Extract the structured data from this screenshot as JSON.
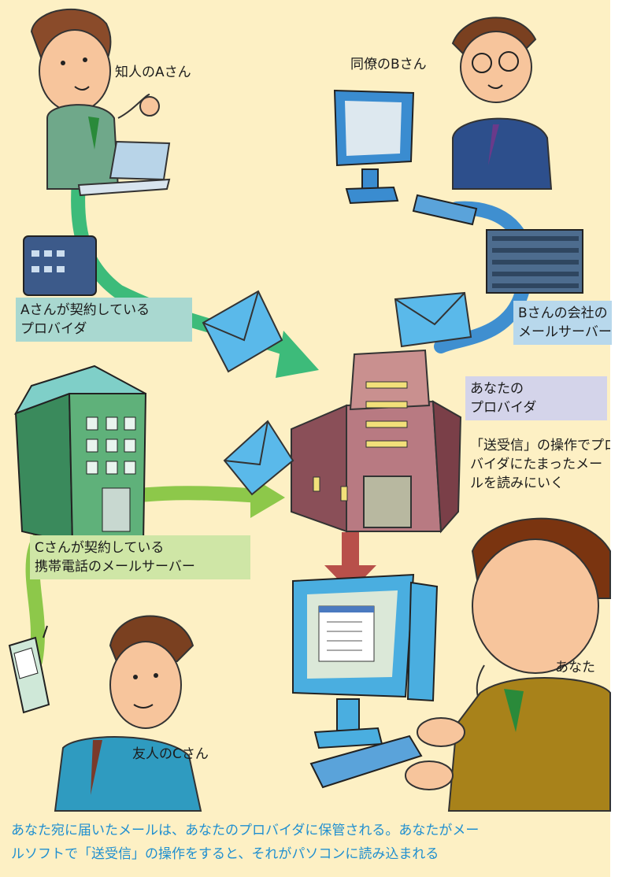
{
  "labels": {
    "person_a": "知人のAさん",
    "person_b": "同僚のBさん",
    "person_c": "友人のCさん",
    "you": "あなた",
    "provider_a": [
      "Aさんが契約している",
      "プロバイダ"
    ],
    "server_b": [
      "Bさんの会社の",
      "メールサーバー"
    ],
    "your_provider": [
      "あなたの",
      "プロバイダ"
    ],
    "operation_note": [
      "「送受信」の操作でプロ",
      "バイダにたまったメー",
      "ルを読みにいく"
    ],
    "server_c": [
      "Cさんが契約している",
      "携帯電話のメールサーバー"
    ]
  },
  "caption": [
    "あなた宛に届いたメールは、あなたのプロバイダに保管される。あなたがメー",
    "ルソフトで「送受信」の操作をすると、それがパソコンに読み込まれる"
  ],
  "colors": {
    "background": "#fdf0c4",
    "route_a": "#3dbb7a",
    "route_b": "#3f8fd0",
    "route_c": "#8dc84a",
    "download_arrow": "#b8504a",
    "envelope": "#5ab9ea",
    "caption_text": "#1f8fd0",
    "box_a": "#a9d8d0",
    "box_b": "#b8d8ec",
    "box_your_provider": "#d4d4ea",
    "box_c": "#cfe6a6"
  },
  "icons": [
    "person-a-icon",
    "laptop-icon",
    "provider-a-building-icon",
    "person-b-icon",
    "desktop-b-icon",
    "server-rack-icon",
    "building-c-icon",
    "cellphone-icon",
    "person-c-icon",
    "your-provider-building-icon",
    "your-computer-icon",
    "you-person-icon",
    "envelope-icon"
  ]
}
